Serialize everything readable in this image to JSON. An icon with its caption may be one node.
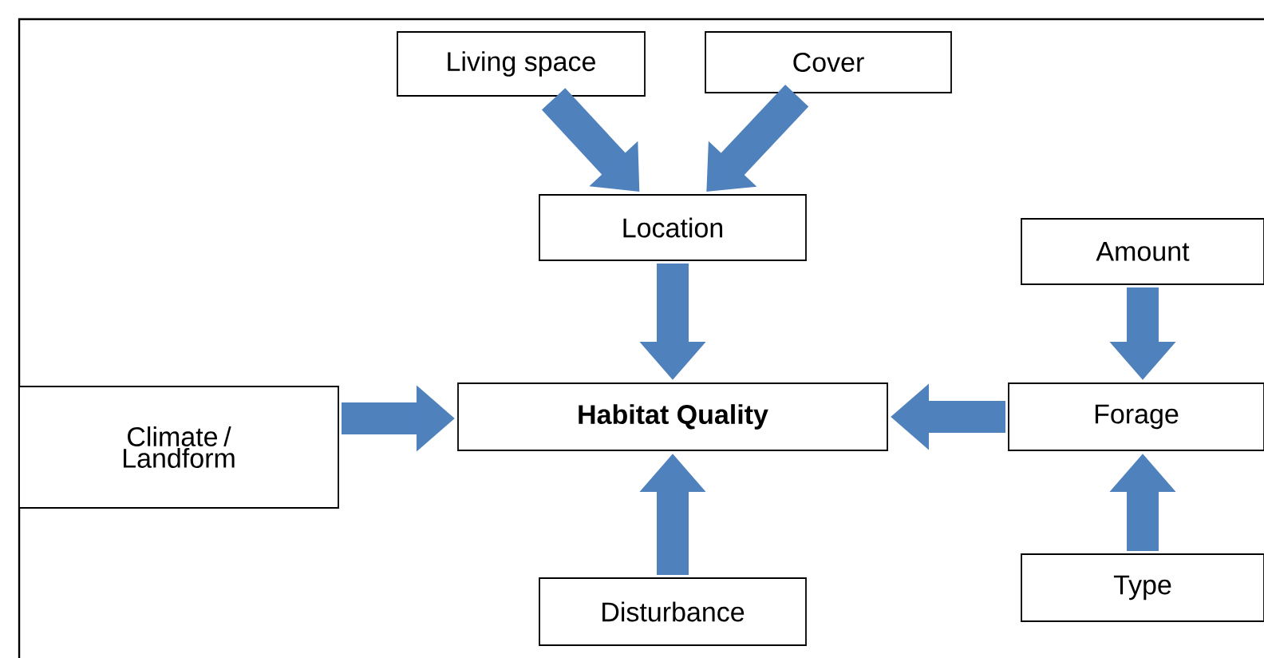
{
  "diagram": {
    "nodes": [
      {
        "text": [
          "Living space"
        ]
      },
      {
        "text": [
          "Cover"
        ]
      },
      {
        "text": [
          "Location"
        ]
      },
      {
        "text": [
          "Habitat Quality"
        ]
      },
      {
        "text": [
          "Climate / Landform"
        ]
      },
      {
        "text": [
          "Amount"
        ]
      },
      {
        "text": [
          "Forage"
        ]
      },
      {
        "text": [
          "Type"
        ]
      },
      {
        "text": [
          "Disturbance"
        ]
      }
    ],
    "edges": [
      {
        "from": 0,
        "to": 2,
        "arrow": "to"
      },
      {
        "from": 1,
        "to": 2,
        "arrow": "to"
      },
      {
        "from": 2,
        "to": 3,
        "arrow": "to"
      },
      {
        "from": 4,
        "to": 3,
        "arrow": "to"
      },
      {
        "from": 6,
        "to": 3,
        "arrow": "to"
      },
      {
        "from": 5,
        "to": 6,
        "arrow": "to"
      },
      {
        "from": 7,
        "to": 6,
        "arrow": "to"
      },
      {
        "from": 8,
        "to": 3,
        "arrow": "to"
      }
    ]
  }
}
